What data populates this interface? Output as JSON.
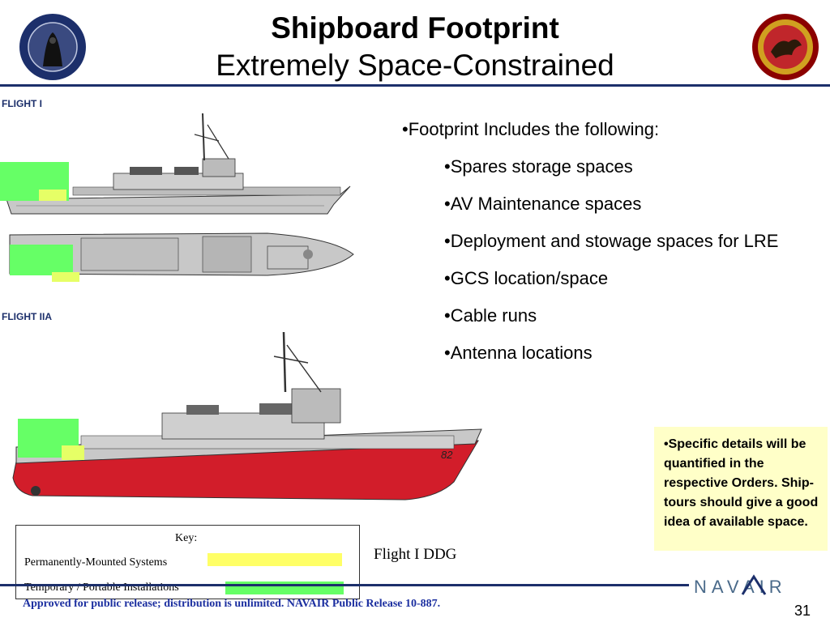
{
  "title": "Shipboard Footprint",
  "subtitle": "Extremely Space-Constrained",
  "flight_labels": {
    "flight1": "FLIGHT I",
    "flight2": "FLIGHT IIA"
  },
  "hull_number": "82",
  "bullets": {
    "main": "•Footprint Includes the following:",
    "items": [
      "•Spares storage spaces",
      "•AV Maintenance spaces",
      "•Deployment and stowage spaces for LRE",
      "•GCS location/space",
      "•Cable runs",
      "•Antenna locations"
    ]
  },
  "note": "•Specific details will be quantified in the respective Orders. Ship-tours should give a good idea of available space.",
  "key": {
    "title": "Key:",
    "items": [
      {
        "label": "Permanently-Mounted Systems",
        "color": "#ffff66"
      },
      {
        "label": "Temporary / Portable Installations",
        "color": "#66ff66"
      }
    ]
  },
  "caption": "Flight I DDG",
  "footer": "Approved for public release;  distribution is unlimited.  NAVAIR Public Release 10-887.",
  "brand": "NAVAIR",
  "page_number": "31",
  "colors": {
    "navy": "#1c2f6b",
    "green_zone": "#66ff66",
    "yellow_zone": "#ffff66",
    "hull_red": "#d21d2a",
    "ship_gray": "#c8c8c8",
    "note_bg": "#ffffc8"
  }
}
